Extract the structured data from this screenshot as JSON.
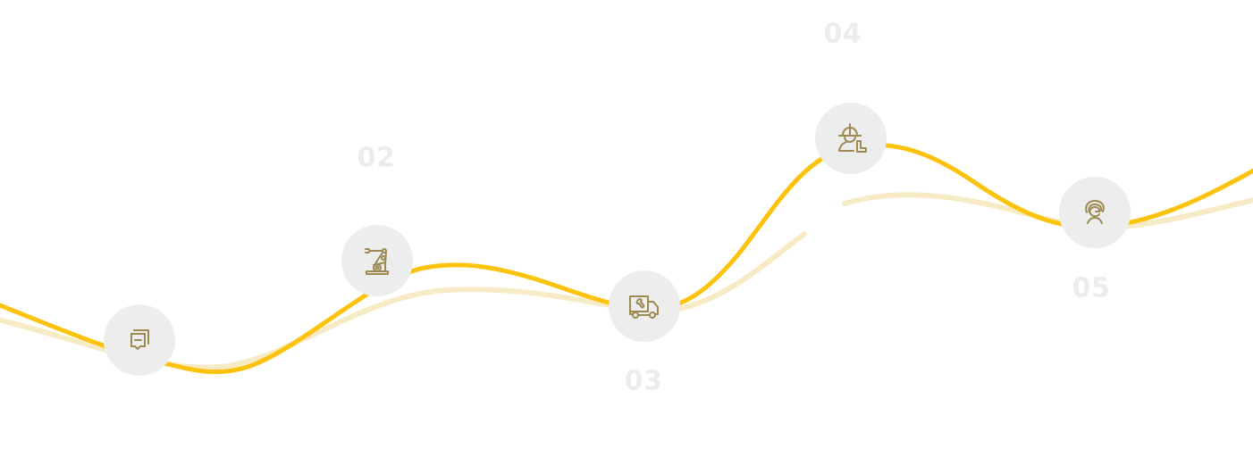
{
  "colors": {
    "main_line": "#fdc30c",
    "shadow_line": "#f7ebc6",
    "circle_bg": "#ededed",
    "icon": "#9c8a52",
    "number_text": "#ececec"
  },
  "steps": [
    {
      "number": "",
      "icon": "chat-bubbles-icon"
    },
    {
      "number": "02",
      "icon": "robotic-arm-icon"
    },
    {
      "number": "03",
      "icon": "service-truck-icon"
    },
    {
      "number": "04",
      "icon": "engineer-helmet-icon"
    },
    {
      "number": "05",
      "icon": "support-headset-icon"
    }
  ]
}
